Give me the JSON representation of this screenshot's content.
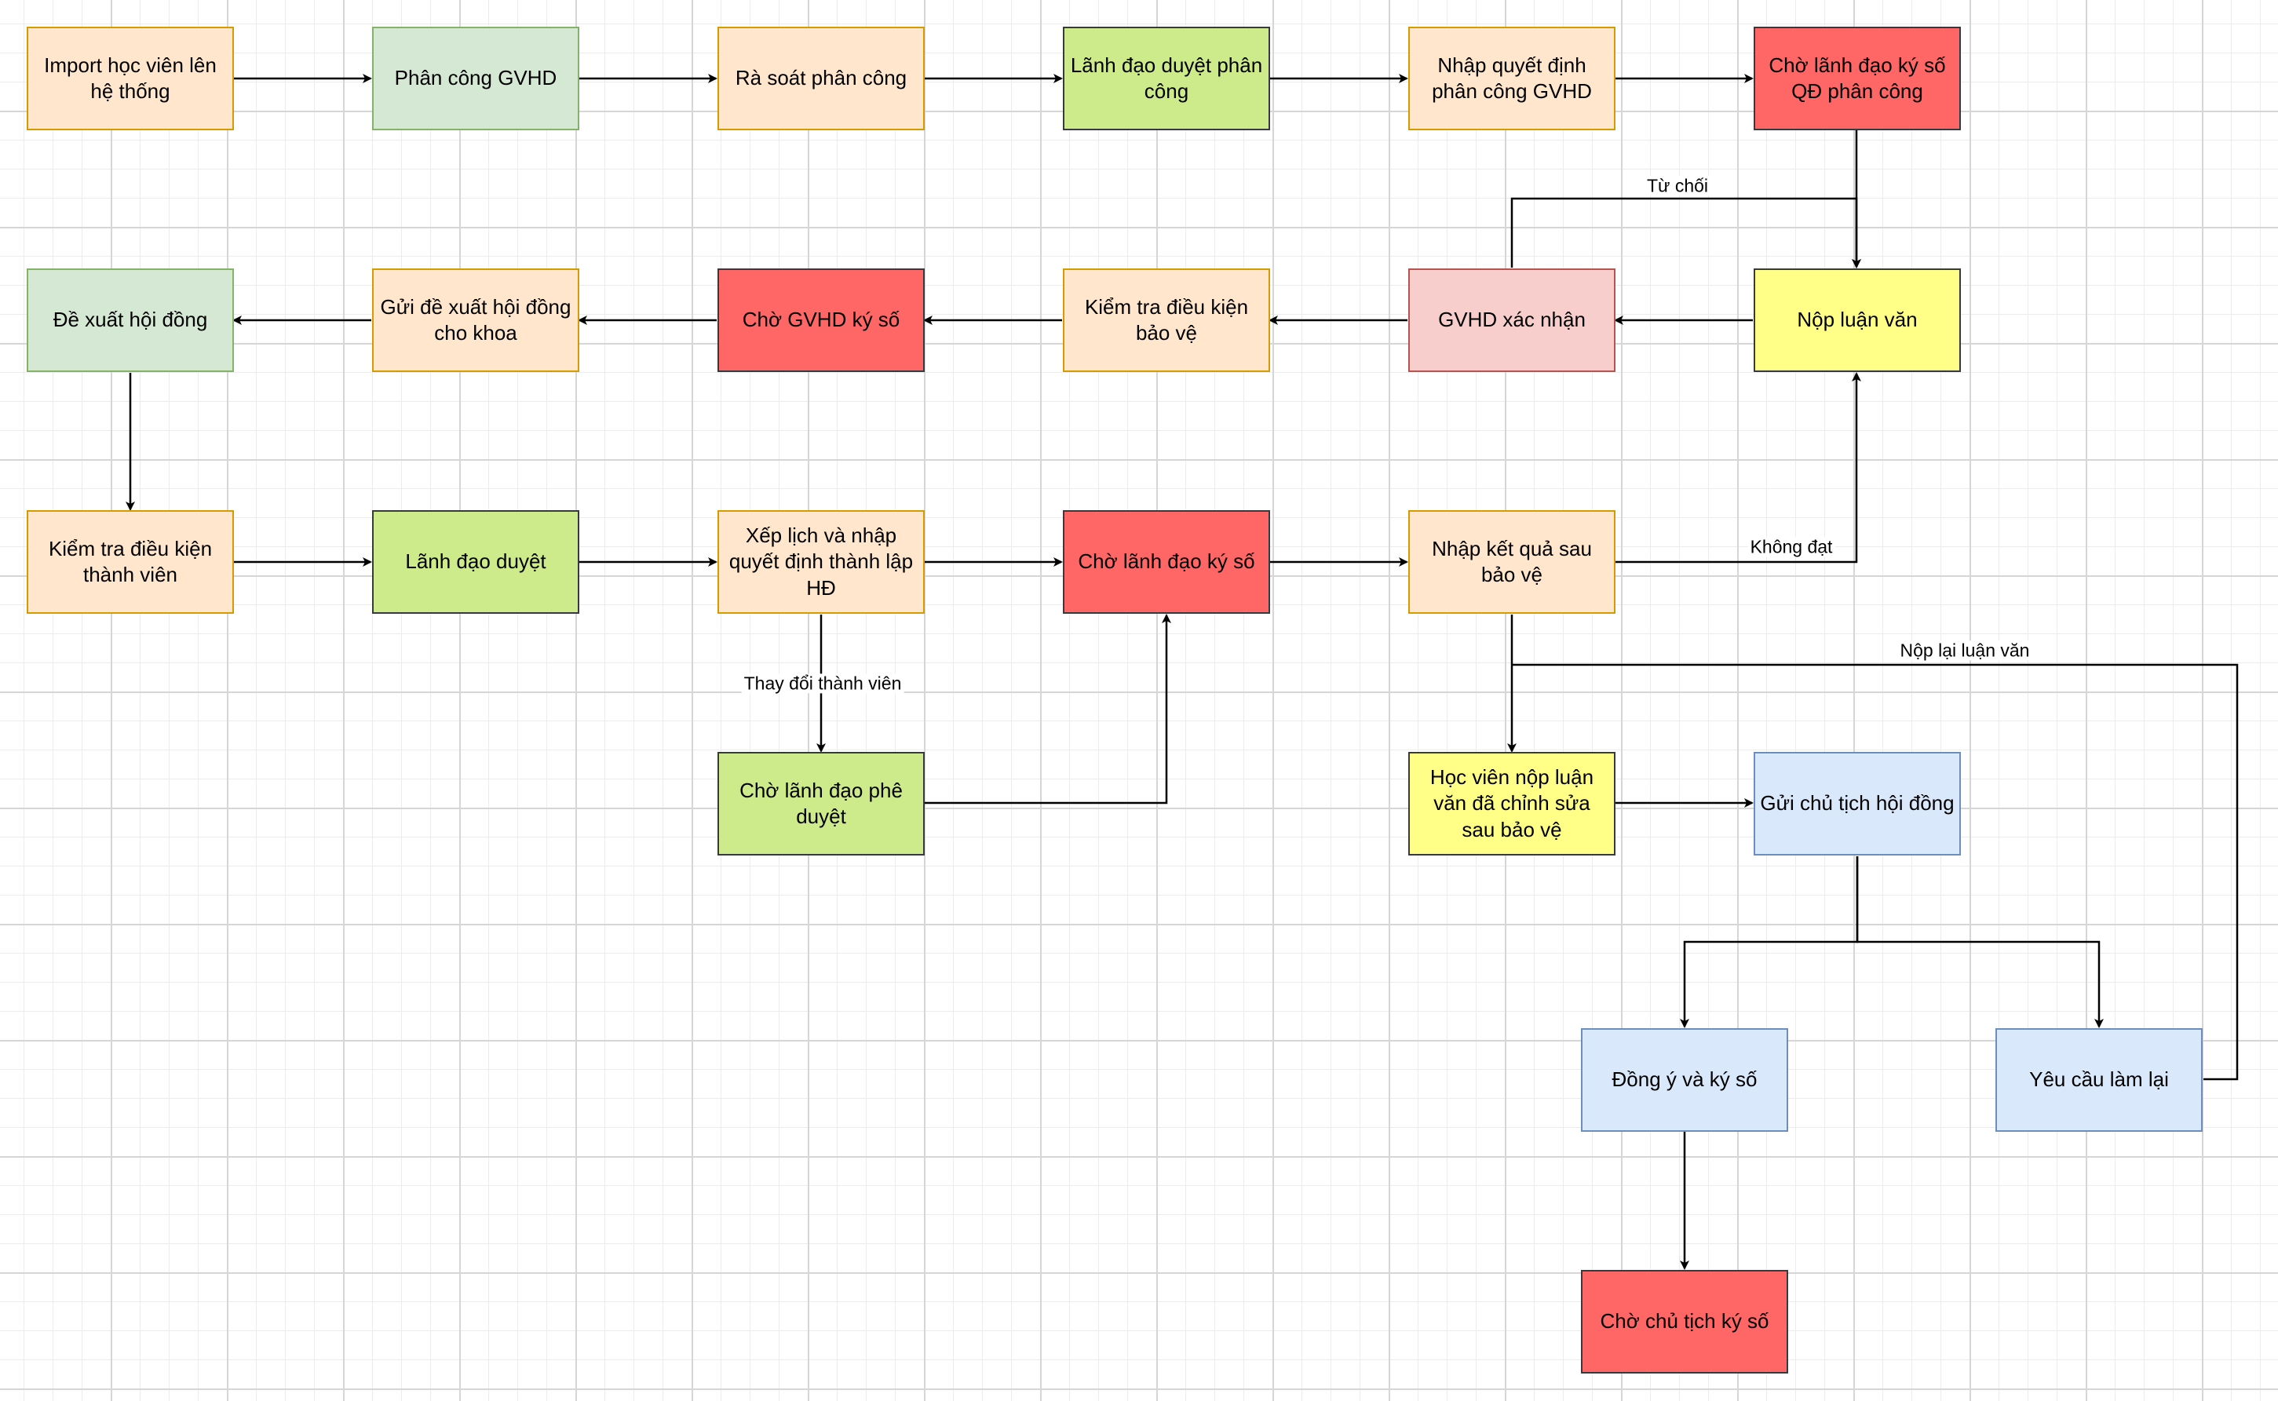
{
  "nodes": {
    "import": "Import học viên lên hệ thống",
    "phan_cong_gvhd": "Phân công GVHD",
    "ra_soat": "Rà soát phân công",
    "lanh_dao_duyet_pc": "Lãnh đạo duyệt phân công",
    "nhap_qd_pc": "Nhập quyết định phân công GVHD",
    "cho_ky_qd_pc": "Chờ lãnh đạo ký số QĐ phân công",
    "nop_luan_van": "Nộp luận văn",
    "gvhd_xac_nhan": "GVHD xác nhận",
    "kiem_tra_bao_ve": "Kiểm tra điều kiện bảo vệ",
    "cho_gvhd_ky": "Chờ GVHD ký số",
    "gui_de_xuat": "Gửi đề xuất hội đồng cho khoa",
    "de_xuat_hd": "Đề xuất hội đồng",
    "kiem_tra_tv": "Kiểm tra điều kiện thành viên",
    "lanh_dao_duyet": "Lãnh đạo duyệt",
    "xep_lich": "Xếp lịch và nhập quyết định thành lập HĐ",
    "cho_ld_ky": "Chờ lãnh đạo ký số",
    "nhap_kq": "Nhập kết quả sau bảo vệ",
    "cho_ld_phe_duyet": "Chờ lãnh đạo phê duyệt",
    "hv_nop_sua": "Học viên nộp luận văn đã chỉnh sửa sau bảo vệ",
    "gui_ct": "Gửi chủ tịch hội đồng",
    "dong_y": "Đồng ý và ký số",
    "yeu_cau": "Yêu cầu làm lại",
    "cho_ct_ky": "Chờ chủ tịch ký số"
  },
  "edge_labels": {
    "tu_choi": "Từ chối",
    "khong_dat": "Không đạt",
    "nop_lai": "Nộp lại luận văn",
    "thay_doi": "Thay đổi thành viên"
  },
  "colors": {
    "orange_fill": "#ffe6cc",
    "orange_stroke": "#d79b00",
    "green_fill": "#d5e8d4",
    "green_stroke": "#82b366",
    "lime_fill": "#cdeb8b",
    "red_fill": "#ff6666",
    "yellow_fill": "#ffff88",
    "pink_fill": "#f8cecc",
    "blue_fill": "#dae8fc",
    "blue_stroke": "#6c8ebf",
    "edge": "#000000"
  }
}
